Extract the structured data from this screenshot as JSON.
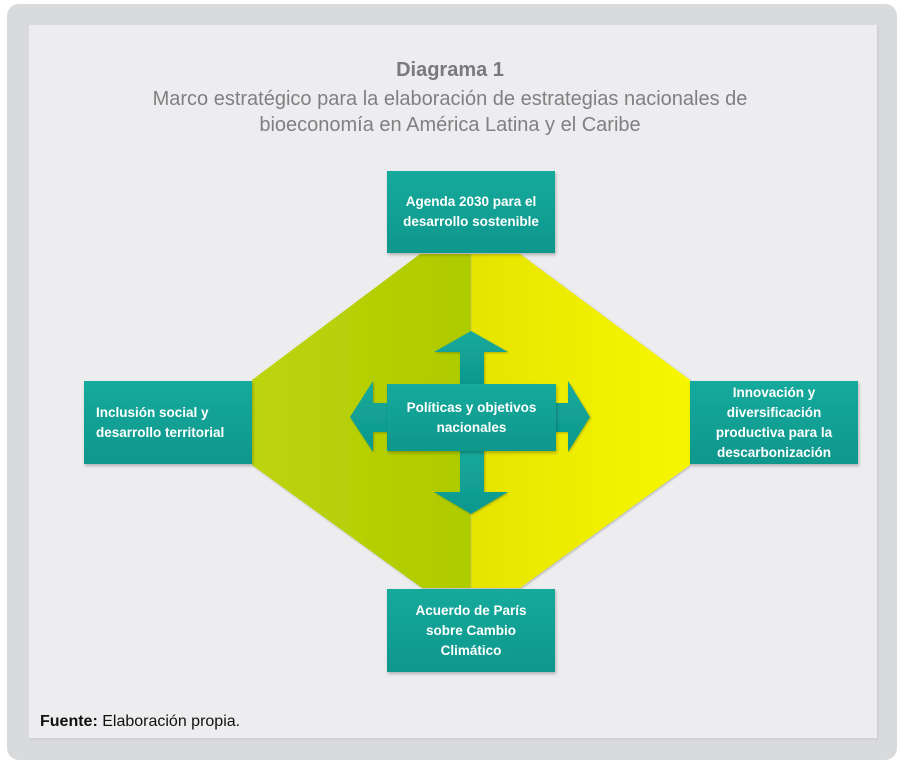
{
  "header": {
    "title": "Diagrama 1",
    "subtitle_line1": "Marco estratégico para la elaboración de estrategias nacionales de",
    "subtitle_line2": "bioeconomía en América Latina y el Caribe"
  },
  "diagram": {
    "center": {
      "label_line1": "Políticas y objetivos",
      "label_line2": "nacionales",
      "arrows": [
        "up-arrow",
        "down-arrow",
        "left-arrow",
        "right-arrow"
      ]
    },
    "top": {
      "label_line1": "Agenda 2030 para el",
      "label_line2": "desarrollo sostenible"
    },
    "left": {
      "label_line1": "Inclusión social y",
      "label_line2": "desarrollo territorial"
    },
    "right": {
      "label_line1": "Innovación y",
      "label_line2": "diversificación",
      "label_line3": "productiva para la",
      "label_line4": "descarbonización"
    },
    "bottom": {
      "label_line1": "Acuerdo de París",
      "label_line2": "sobre Cambio",
      "label_line3": "Climático"
    },
    "colors": {
      "teal": "#14a396",
      "green": "#b0cd00",
      "yellow": "#f2f200",
      "background": "#ededef"
    }
  },
  "footer": {
    "source_label": "Fuente:",
    "source_text": " Elaboración propia."
  }
}
